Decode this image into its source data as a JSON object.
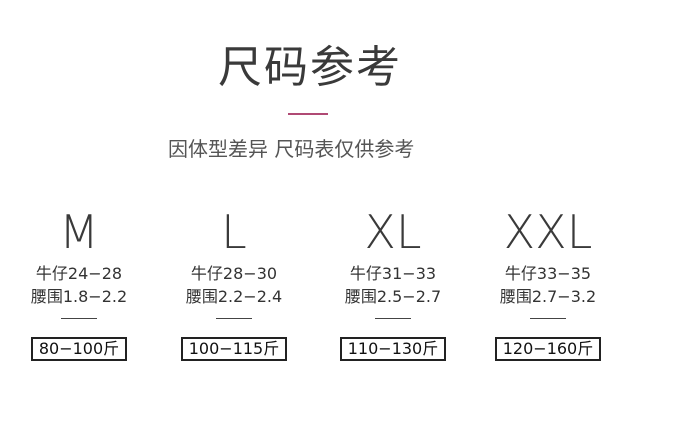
{
  "header": {
    "title": "尺码参考",
    "subtitle": "因体型差异 尺码表仅供参考"
  },
  "sizes": [
    {
      "label": "M",
      "jeans": "牛仔24−28",
      "waist": "腰围1.8−2.2",
      "weight": "80−100斤"
    },
    {
      "label": "L",
      "jeans": "牛仔28−30",
      "waist": "腰围2.2−2.4",
      "weight": "100−115斤"
    },
    {
      "label": "XL",
      "jeans": "牛仔31−33",
      "waist": "腰围2.5−2.7",
      "weight": "110−130斤"
    },
    {
      "label": "XXL",
      "jeans": "牛仔33−35",
      "waist": "腰围2.7−3.2",
      "weight": "120−160斤"
    }
  ],
  "colors": {
    "accent": "#b04a74",
    "text": "#3a3a3a"
  }
}
